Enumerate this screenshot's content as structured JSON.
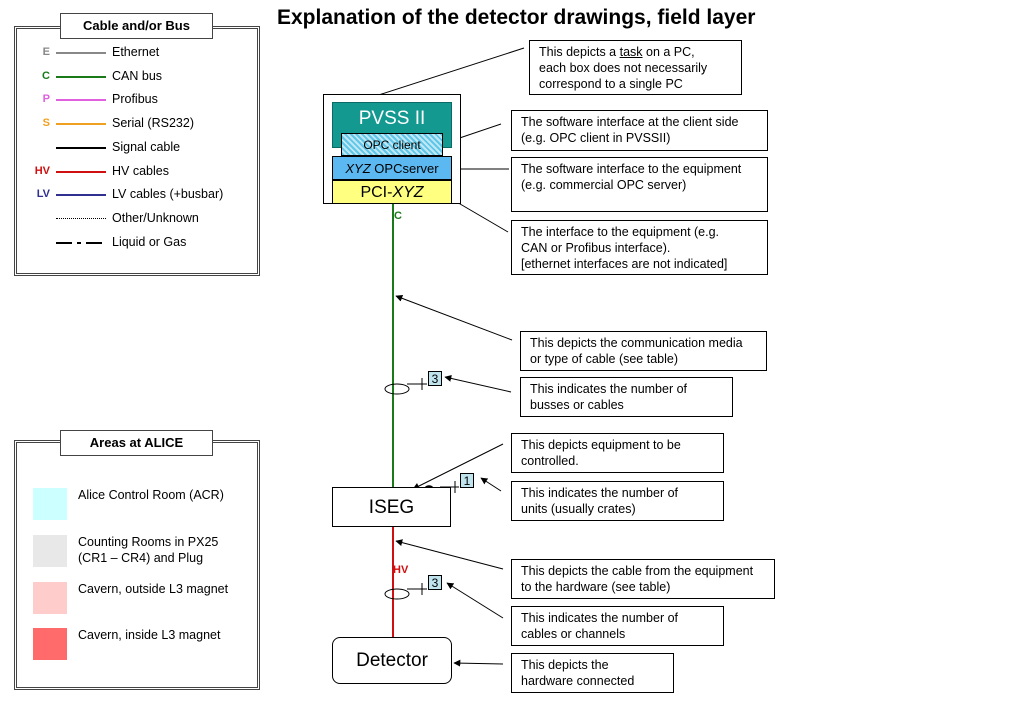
{
  "title": "Explanation of the detector drawings, field layer",
  "legend": {
    "header": "Cable and/or Bus",
    "items": [
      {
        "letter": "E",
        "letter_color": "#888888",
        "line_color": "#888888",
        "line_style": "solid",
        "label": "Ethernet"
      },
      {
        "letter": "C",
        "letter_color": "#1a7a1a",
        "line_color": "#1a7a1a",
        "line_style": "solid",
        "label": "CAN bus"
      },
      {
        "letter": "P",
        "letter_color": "#e060e0",
        "line_color": "#e060e0",
        "line_style": "solid",
        "label": "Profibus"
      },
      {
        "letter": "S",
        "letter_color": "#f0a020",
        "line_color": "#f0a020",
        "line_style": "solid",
        "label": "Serial (RS232)"
      },
      {
        "letter": "",
        "letter_color": "#000000",
        "line_color": "#000000",
        "line_style": "solid",
        "label": "Signal cable"
      },
      {
        "letter": "HV",
        "letter_color": "#d01010",
        "line_color": "#d01010",
        "line_style": "solid",
        "label": "HV cables"
      },
      {
        "letter": "LV",
        "letter_color": "#303090",
        "line_color": "#303090",
        "line_style": "solid",
        "label": "LV cables (+busbar)"
      },
      {
        "letter": "",
        "letter_color": "#000000",
        "line_color": "#000000",
        "line_style": "dotted",
        "label": "Other/Unknown"
      },
      {
        "letter": "",
        "letter_color": "#000000",
        "line_color": "#000000",
        "line_style": "dashdot",
        "label": "Liquid or Gas"
      }
    ]
  },
  "areas": {
    "header": "Areas at ALICE",
    "items": [
      {
        "color": "#ccffff",
        "lines": [
          "Alice Control Room (ACR)"
        ]
      },
      {
        "color": "#e8e8e8",
        "lines": [
          "Counting Rooms in PX25",
          "(CR1 – CR4) and Plug"
        ]
      },
      {
        "color": "#ffcccc",
        "lines": [
          "Cavern, outside L3 magnet"
        ]
      },
      {
        "color": "#ff6b6b",
        "lines": [
          "Cavern, inside L3 magnet"
        ]
      }
    ]
  },
  "diagram": {
    "pvss": "PVSS II",
    "opc_client": "OPC client",
    "opc_server_prefix": "XYZ",
    "opc_server_suffix": " OPCserver",
    "pci_prefix": "PCI-",
    "pci_suffix": "XYZ",
    "can_tag": "C",
    "hv_tag": "HV",
    "bus_count": "3",
    "unit_count": "1",
    "cable_count": "3",
    "iseg": "ISEG",
    "detector": "Detector"
  },
  "callouts": {
    "task": {
      "line1_pre": "This depicts a ",
      "line1_task": "task",
      "line1_post": " on a PC,",
      "line2": "each box does not necessarily",
      "line3": "correspond to a single PC"
    },
    "client_if": [
      "The software interface at the client side",
      "(e.g. OPC client in PVSSII)"
    ],
    "equip_if": [
      "The software interface to the equipment",
      "(e.g. commercial OPC server)"
    ],
    "hw_if": [
      "The interface to the equipment (e.g.",
      "CAN or Profibus interface).",
      "[ethernet interfaces are not indicated]"
    ],
    "media": [
      "This depicts the communication media",
      "or type of cable (see table)"
    ],
    "busses": [
      "This indicates the number of",
      "busses or cables"
    ],
    "equipment": [
      "This depicts equipment to be",
      "controlled."
    ],
    "units": [
      "This indicates the number of",
      "units (usually crates)"
    ],
    "cable_hw": [
      "This depicts the cable from the equipment",
      "to the hardware (see table)"
    ],
    "channels": [
      "This indicates the number of",
      "cables or channels"
    ],
    "hardware": [
      "This depicts the",
      "hardware connected"
    ]
  }
}
